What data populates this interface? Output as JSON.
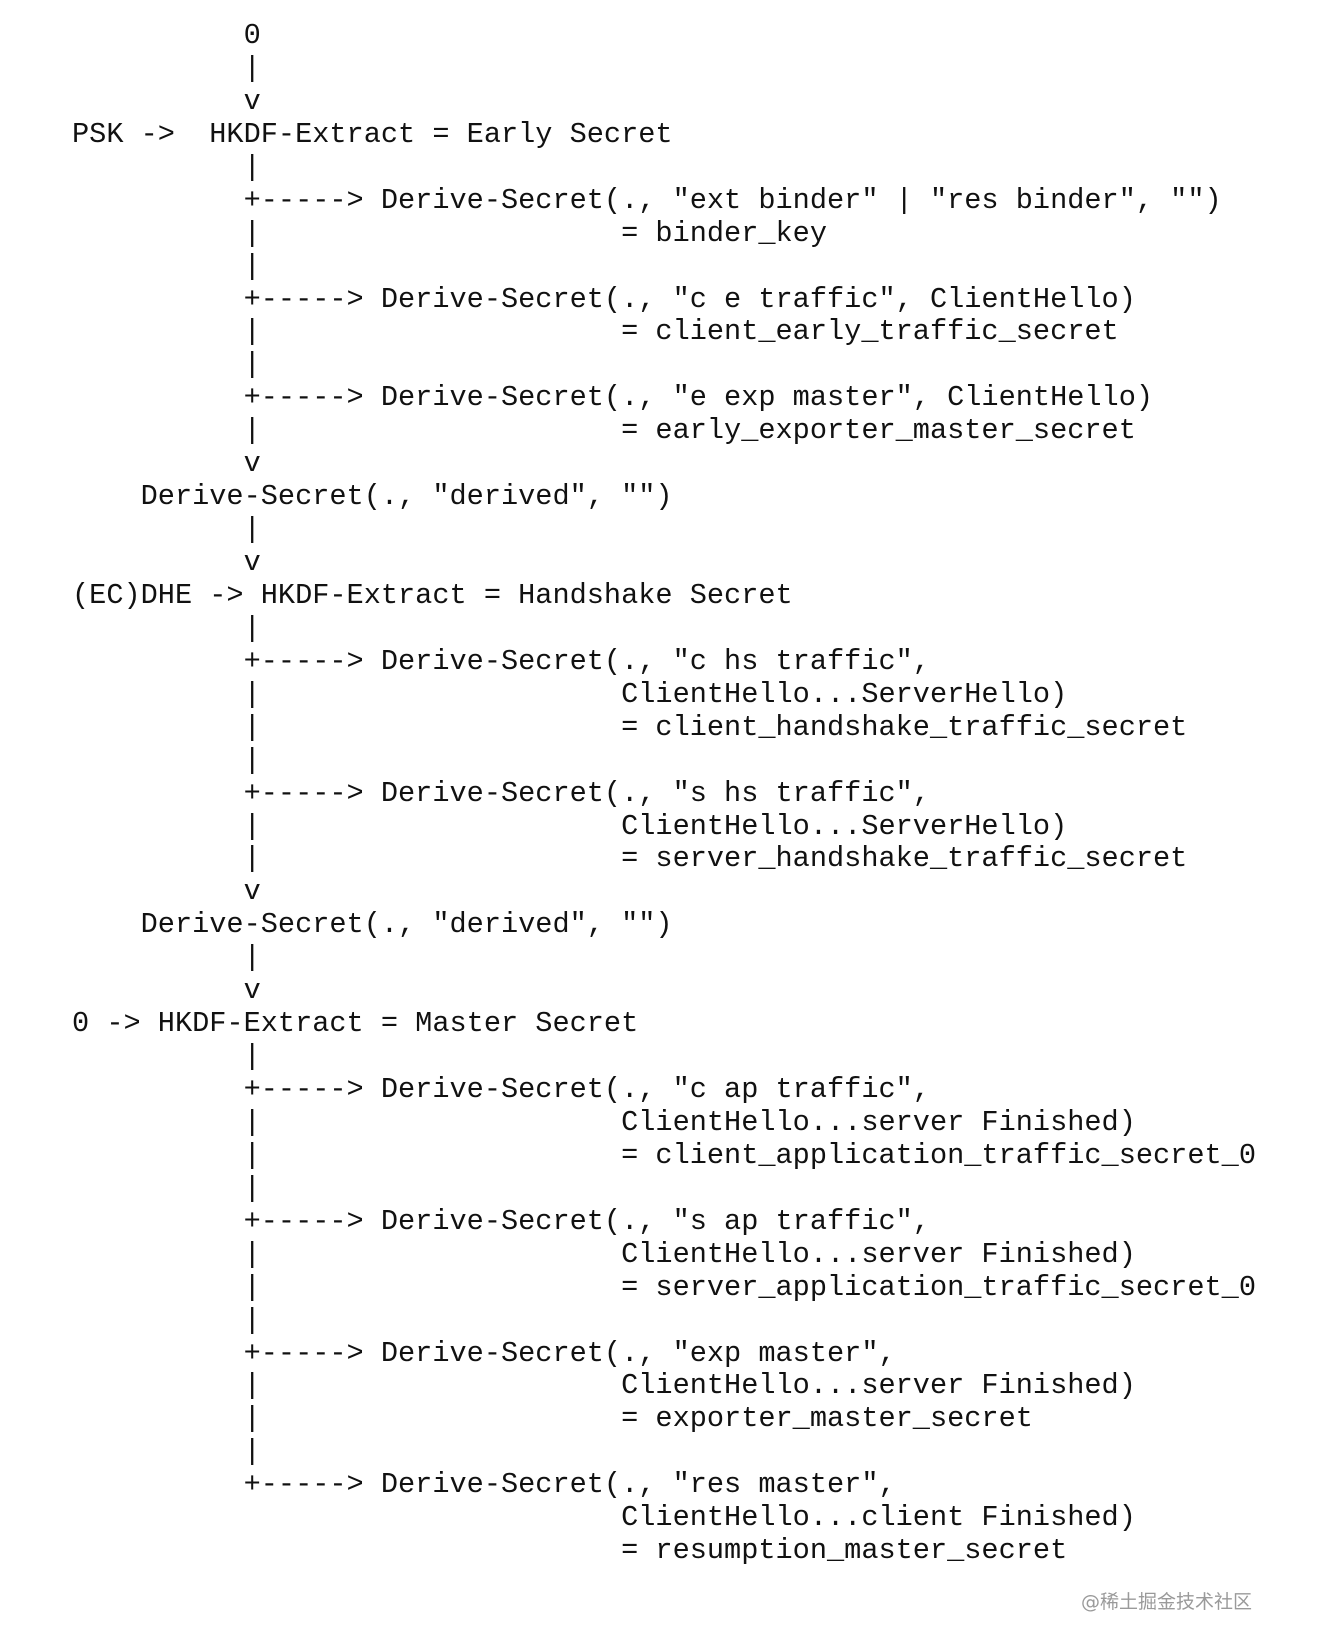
{
  "diagram": {
    "lines": [
      "             0",
      "             |",
      "             v",
      "   PSK ->  HKDF-Extract = Early Secret",
      "             |",
      "             +-----> Derive-Secret(., \"ext binder\" | \"res binder\", \"\")",
      "             |                     = binder_key",
      "             |",
      "             +-----> Derive-Secret(., \"c e traffic\", ClientHello)",
      "             |                     = client_early_traffic_secret",
      "             |",
      "             +-----> Derive-Secret(., \"e exp master\", ClientHello)",
      "             |                     = early_exporter_master_secret",
      "             v",
      "       Derive-Secret(., \"derived\", \"\")",
      "             |",
      "             v",
      "   (EC)DHE -> HKDF-Extract = Handshake Secret",
      "             |",
      "             +-----> Derive-Secret(., \"c hs traffic\",",
      "             |                     ClientHello...ServerHello)",
      "             |                     = client_handshake_traffic_secret",
      "             |",
      "             +-----> Derive-Secret(., \"s hs traffic\",",
      "             |                     ClientHello...ServerHello)",
      "             |                     = server_handshake_traffic_secret",
      "             v",
      "       Derive-Secret(., \"derived\", \"\")",
      "             |",
      "             v",
      "   0 -> HKDF-Extract = Master Secret",
      "             |",
      "             +-----> Derive-Secret(., \"c ap traffic\",",
      "             |                     ClientHello...server Finished)",
      "             |                     = client_application_traffic_secret_0",
      "             |",
      "             +-----> Derive-Secret(., \"s ap traffic\",",
      "             |                     ClientHello...server Finished)",
      "             |                     = server_application_traffic_secret_0",
      "             |",
      "             +-----> Derive-Secret(., \"exp master\",",
      "             |                     ClientHello...server Finished)",
      "             |                     = exporter_master_secret",
      "             |",
      "             +-----> Derive-Secret(., \"res master\",",
      "                                   ClientHello...client Finished)",
      "                                   = resumption_master_secret"
    ]
  },
  "watermark": "@稀土掘金技术社区"
}
